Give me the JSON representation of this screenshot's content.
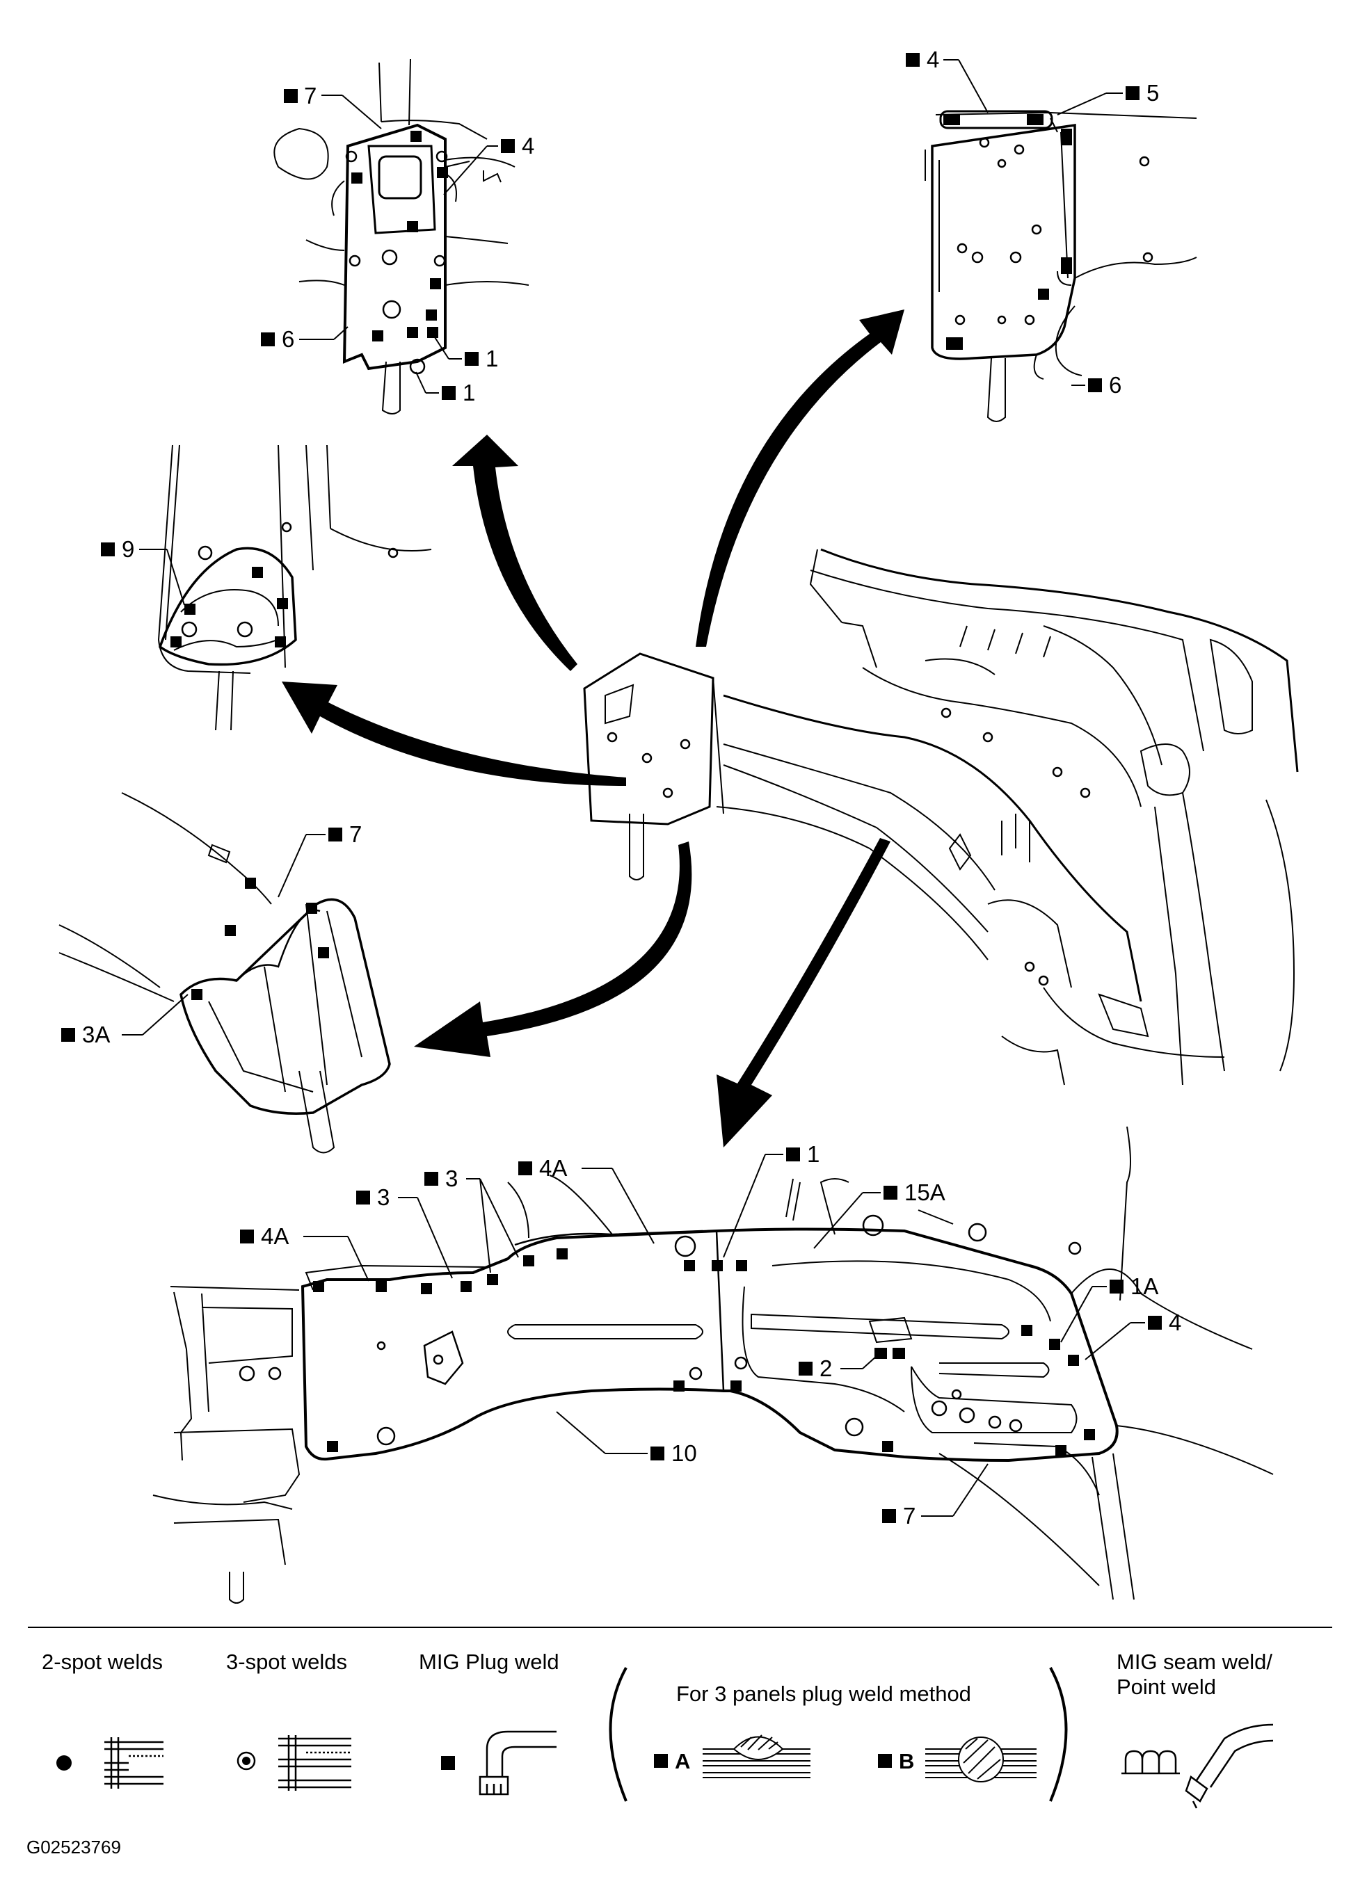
{
  "figure_id": "G02523769",
  "callouts": {
    "top_left": [
      "7",
      "4",
      "6",
      "1",
      "1"
    ],
    "top_right": [
      "4",
      "5",
      "6"
    ],
    "mid_left": [
      "9"
    ],
    "lower_left": [
      "7",
      "3A"
    ],
    "bottom": [
      "4A",
      "3",
      "3",
      "4A",
      "1",
      "15A",
      "1A",
      "4",
      "2",
      "10",
      "7"
    ]
  },
  "legend": {
    "items": [
      {
        "label": "2-spot welds",
        "symbol": "dot-icon"
      },
      {
        "label": "3-spot welds",
        "symbol": "ring-dot-icon"
      },
      {
        "label": "MIG Plug weld",
        "symbol": "square-icon"
      }
    ],
    "three_panel": {
      "title": "For 3 panels plug weld method",
      "a_label": "A",
      "b_label": "B"
    },
    "seam": {
      "label_line1": "MIG seam weld/",
      "label_line2": "Point weld"
    }
  }
}
